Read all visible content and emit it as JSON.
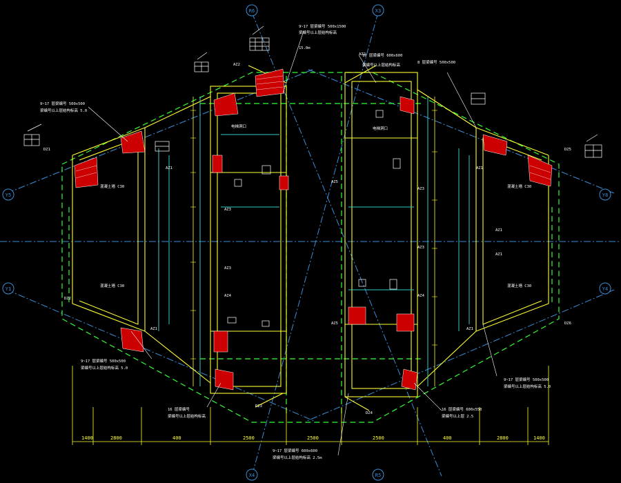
{
  "axis_bubbles": {
    "top_left": "R6",
    "top_right": "X3",
    "left_upper": "Y5",
    "left_lower": "Y1",
    "right_upper": "Y8",
    "right_lower": "Y4",
    "bottom_left": "X4",
    "bottom_right": "R5"
  },
  "bottom_dims": [
    "1400",
    "2800",
    "400",
    "2500",
    "2500",
    "2500",
    "400",
    "2800",
    "1400"
  ],
  "wall_tags": [
    "AZ1",
    "AZ1",
    "AZ1",
    "AZ1",
    "AZ2",
    "AZ2",
    "AZ3",
    "AZ3",
    "AZ3",
    "AZ3",
    "AZ4",
    "AZ4",
    "AZ5",
    "AZ5",
    "AZ1",
    "AZ1"
  ],
  "column_tags": [
    "DZ1",
    "DZ2",
    "DZ3",
    "DZ4",
    "DZ5",
    "DZ6"
  ],
  "notes": {
    "top_left_beam": "9~17 层梁编号 500x500",
    "top_left_beam_sub": "梁编号以上层结构标高 5.0",
    "top_center_beam": "9~17 层梁编号 500x1500",
    "top_center_beam_sub": "梁编号以上层结构标高",
    "top_center_note": "15.0m",
    "top_right_beam": "16 层梁编号 600x600",
    "top_right_beam_sub": "梁编号以上层结构标高",
    "right_beam": "8 层梁编号 500x500",
    "bottom_left_beam": "9~17 层梁编号 500x500",
    "bottom_left_beam_sub": "梁编号以上层结构标高 5.0",
    "bottom_left_beam2": "16 层梁编号",
    "bottom_left_beam2_sub": "梁编号以上层结构标高",
    "bottom_center_beam": "9~17 层梁编号 600x600",
    "bottom_center_beam_sub": "梁编号以上层结构标高 2.5m",
    "bottom_right_beam": "9~17 层梁编号 500x500",
    "bottom_right_beam_sub": "梁编号以上层结构标高 5.0",
    "bottom_right_beam2": "16 层梁编号 600x550",
    "bottom_right_beam2_sub": "梁编号以上层 2.5",
    "left_slab": "混凝土墙 C30",
    "left_slab2": "混凝土墙 C30",
    "right_slab": "混凝土墙 C30",
    "right_slab2": "混凝土墙 C30",
    "inner_note_left": "电梯洞口",
    "inner_note_right": "电梯洞口"
  },
  "colors": {
    "background": "#000000",
    "wall": "#ffff33",
    "axis": "#3b8dd6",
    "dashed_beam": "#33ff33",
    "dimension": "#ffffff",
    "rebar_fill": "#cc0000",
    "inner_wall": "#33cccc",
    "section_detail": "#ffffff"
  }
}
